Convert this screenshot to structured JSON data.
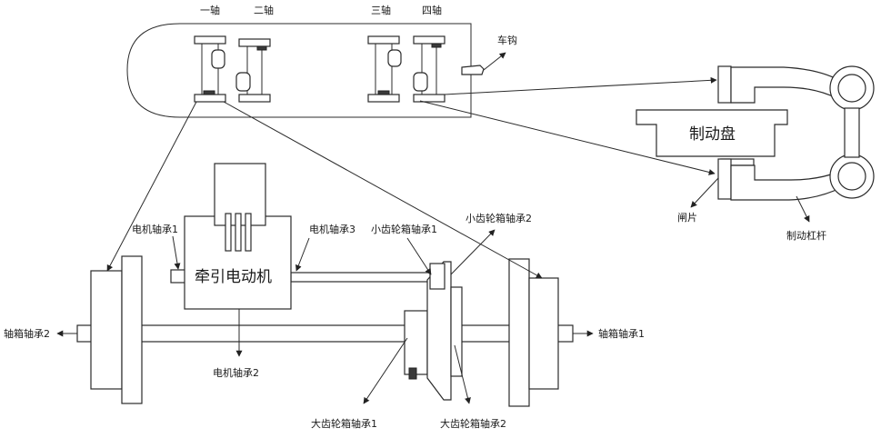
{
  "axle_labels": [
    "一轴",
    "二轴",
    "三轴",
    "四轴"
  ],
  "coupler_label": "车钩",
  "brake": {
    "disc_label": "制动盘",
    "pad_label": "闸片",
    "lever_label": "制动杠杆"
  },
  "drive": {
    "motor_label": "牵引电动机",
    "motor_bearing_1": "电机轴承1",
    "motor_bearing_2": "电机轴承2",
    "motor_bearing_3": "电机轴承3",
    "small_gear_bearing_1": "小齿轮箱轴承1",
    "small_gear_bearing_2": "小齿轮箱轴承2",
    "large_gear_bearing_1": "大齿轮箱轴承1",
    "large_gear_bearing_2": "大齿轮箱轴承2",
    "axlebox_bearing_1": "轴箱轴承1",
    "axlebox_bearing_2": "轴箱轴承2"
  }
}
